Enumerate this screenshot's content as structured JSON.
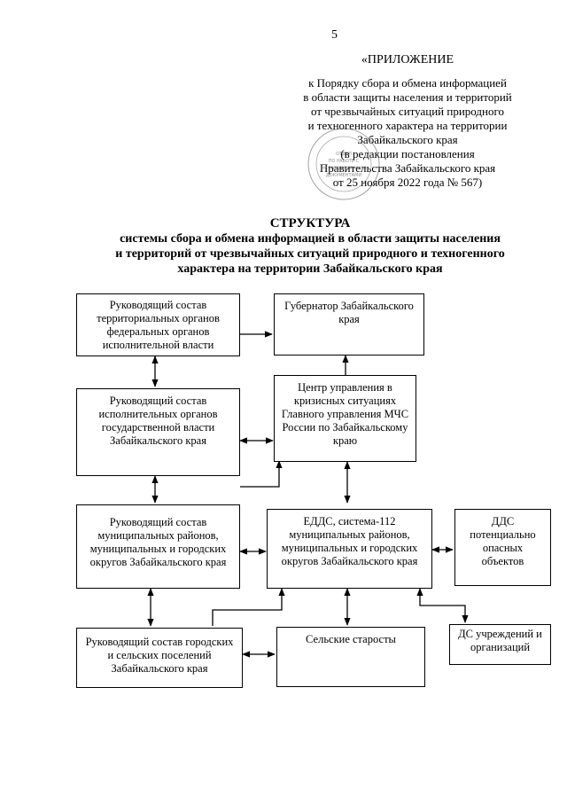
{
  "page_number": "5",
  "appendix": {
    "title": "«ПРИЛОЖЕНИЕ",
    "lines": [
      "к Порядку сбора и обмена информацией",
      "в области защиты населения и территорий",
      "от чрезвычайных ситуаций природного",
      "и техногенного характера на территории",
      "Забайкальского края",
      "(в редакции постановления",
      "Правительства Забайкальского края",
      "от 25 ноября 2022 года № 567)"
    ]
  },
  "heading": {
    "title": "СТРУКТУРА",
    "subtitle_lines": [
      "системы сбора и обмена информацией в области защиты населения",
      "и территорий от чрезвычайных ситуаций природного и техногенного",
      "характера на территории Забайкальского края"
    ]
  },
  "boxes": {
    "federal": "Руководящий состав территориальных органов федеральных органов исполнительной власти",
    "governor": "Губернатор Забайкальского края",
    "regional": "Руководящий состав исполнительных органов государственной власти Забайкальского края",
    "mchs": "Центр управления в кризисных ситуациях Главного управления МЧС России по Забайкальскому краю",
    "municipal": "Руководящий состав муниципальных районов, муниципальных и городских округов Забайкальского края",
    "edds": "ЕДДС, система-112 муниципальных районов, муниципальных и городских округов Забайкальского края",
    "dds": "ДДС потенциально опасных объектов",
    "settlements": "Руководящий состав городских и сельских поселений Забайкальского края",
    "elders": "Сельские старосты",
    "institutions": "ДС учреждений и организаций"
  },
  "stamp": {
    "lines": [
      "ОТДЕЛ",
      "ПО РАБОТЕ С",
      "РАСПОРЯДИТЕЛЬНЫМИ",
      "ДОКУМЕНТАМИ"
    ]
  }
}
